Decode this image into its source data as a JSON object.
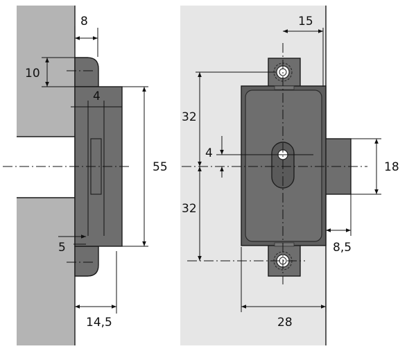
{
  "diagram": {
    "side_view": {
      "dims": {
        "top": "8",
        "flange": "10",
        "pin": "4",
        "height": "55",
        "bottom": "5",
        "depth": "14,5"
      }
    },
    "front_view": {
      "dims": {
        "top": "15",
        "upper": "32",
        "slot": "4",
        "lower": "32",
        "right_block": "18",
        "right_offset": "8,5",
        "width": "28"
      }
    },
    "colors": {
      "wall": "#b4b4b4",
      "plate": "#e6e6e6",
      "body": "#6e6e6e",
      "body_dark": "#5e5e5e",
      "hole": "#ffffff"
    }
  }
}
